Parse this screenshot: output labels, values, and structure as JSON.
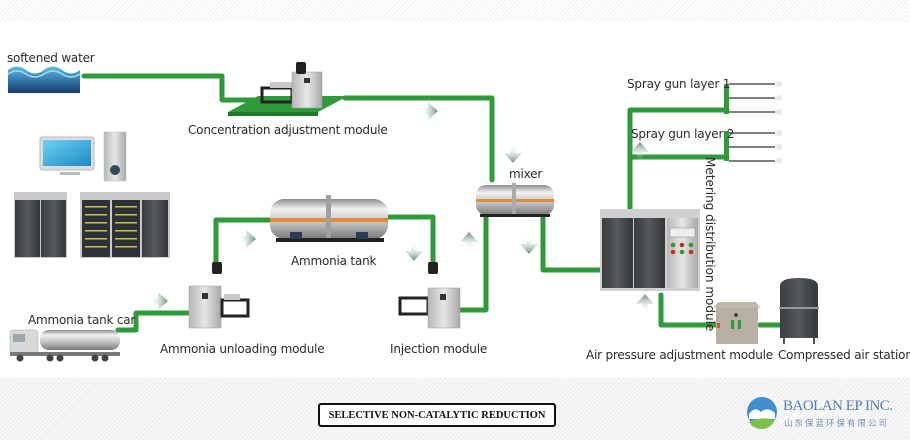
{
  "title": "SELECTIVE NON-CATALYTIC REDUCTION",
  "company": {
    "name": "BAOLAN EP INC.",
    "name_cn": "山东保蓝环保有限公司"
  },
  "colors": {
    "pipe": "#2e9a3a",
    "pipe_dark": "#1d7a2a",
    "arrow": "#7aa78a",
    "tank_band": "#e08a3c",
    "logo_blue": "#4f7fb5"
  },
  "labels": {
    "softened_water": "softened water",
    "concentration_module": "Concentration adjustment module",
    "mixer": "mixer",
    "ammonia_tank": "Ammonia tank",
    "ammonia_tank_car": "Ammonia tank car",
    "ammonia_unloading": "Ammonia unloading module",
    "injection_module": "Injection module",
    "spray_gun_layer_1": "Spray gun layer 1",
    "spray_gun_layer_2": "Spray gun layer 2",
    "metering_distribution": "Metering distribution module",
    "air_pressure_module": "Air pressure adjustment module",
    "compressed_air_station": "Compressed air statior"
  },
  "components": [
    {
      "id": "softened-water",
      "icon": "water-waves-icon"
    },
    {
      "id": "concentration-adjustment-module",
      "icon": "control-cabinet-icon"
    },
    {
      "id": "mixer",
      "icon": "horizontal-tank-icon"
    },
    {
      "id": "control-computer",
      "icon": "computer-icon"
    },
    {
      "id": "server-cabinets",
      "icon": "server-rack-icon"
    },
    {
      "id": "ammonia-tank",
      "icon": "horizontal-tank-icon"
    },
    {
      "id": "ammonia-tank-car",
      "icon": "tanker-truck-icon"
    },
    {
      "id": "ammonia-unloading-module",
      "icon": "control-cabinet-icon"
    },
    {
      "id": "injection-module",
      "icon": "control-cabinet-icon"
    },
    {
      "id": "metering-distribution-module",
      "icon": "distribution-cabinet-icon"
    },
    {
      "id": "air-pressure-adjustment-module",
      "icon": "control-box-icon"
    },
    {
      "id": "compressed-air-station",
      "icon": "air-tank-icon"
    },
    {
      "id": "spray-gun-layer-1",
      "icon": "spray-gun-icon",
      "guns": 3
    },
    {
      "id": "spray-gun-layer-2",
      "icon": "spray-gun-icon",
      "guns": 3
    }
  ]
}
